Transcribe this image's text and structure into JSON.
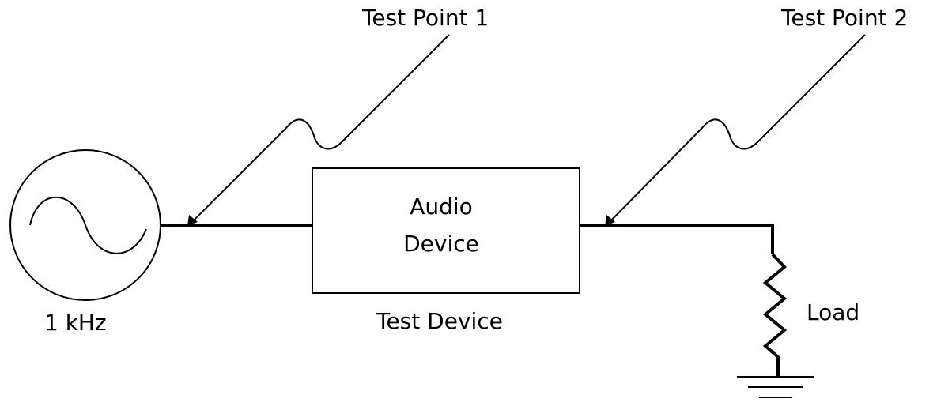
{
  "labels": {
    "test_point_1": "Test Point 1",
    "test_point_2": "Test Point 2",
    "device_line1": "Audio",
    "device_line2": "Device",
    "test_device": "Test Device",
    "source_freq": "1 kHz",
    "load": "Load"
  }
}
